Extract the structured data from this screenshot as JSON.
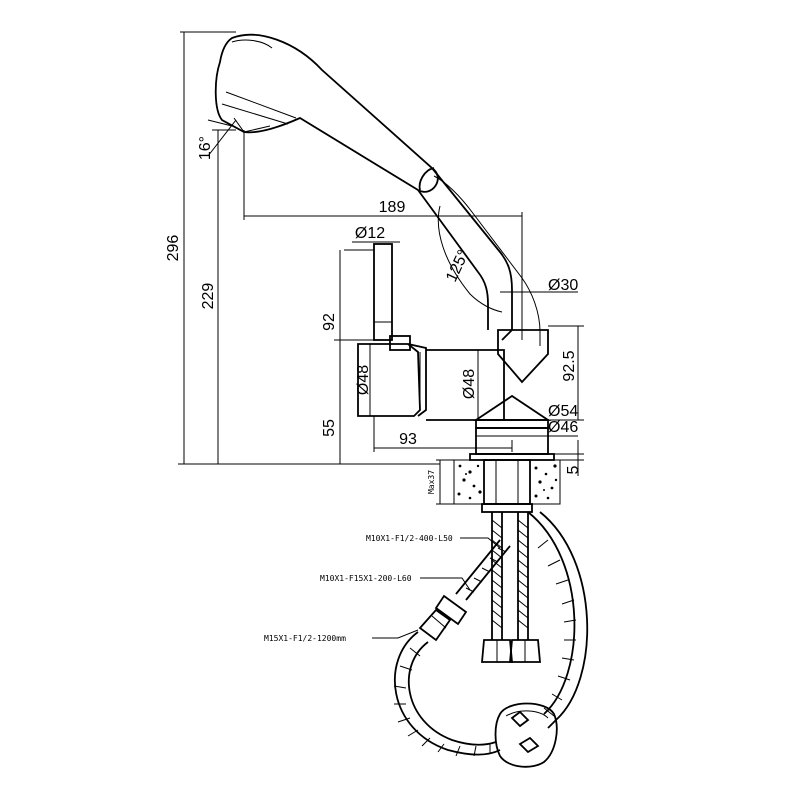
{
  "drawing": {
    "dimensions": {
      "total_height": "296",
      "spout_height": "229",
      "spray_angle": "16°",
      "reach": "189",
      "lever_diameter": "Ø12",
      "lever_height": "92",
      "spout_angle": "125°",
      "spout_diameter": "Ø30",
      "body_diameter_left": "Ø48",
      "body_diameter_right": "Ø48",
      "body_height": "55",
      "body_offset": "93",
      "spout_drop": "92.5",
      "base_diameter_outer": "Ø54",
      "base_diameter_inner": "Ø46",
      "base_thickness": "5",
      "max_deck": "Max37"
    },
    "callouts": {
      "hose_1": "M10X1-F1/2-400-L50",
      "hose_2": "M10X1-F15X1-200-L60",
      "hose_3": "M15X1-F1/2-1200mm"
    }
  }
}
